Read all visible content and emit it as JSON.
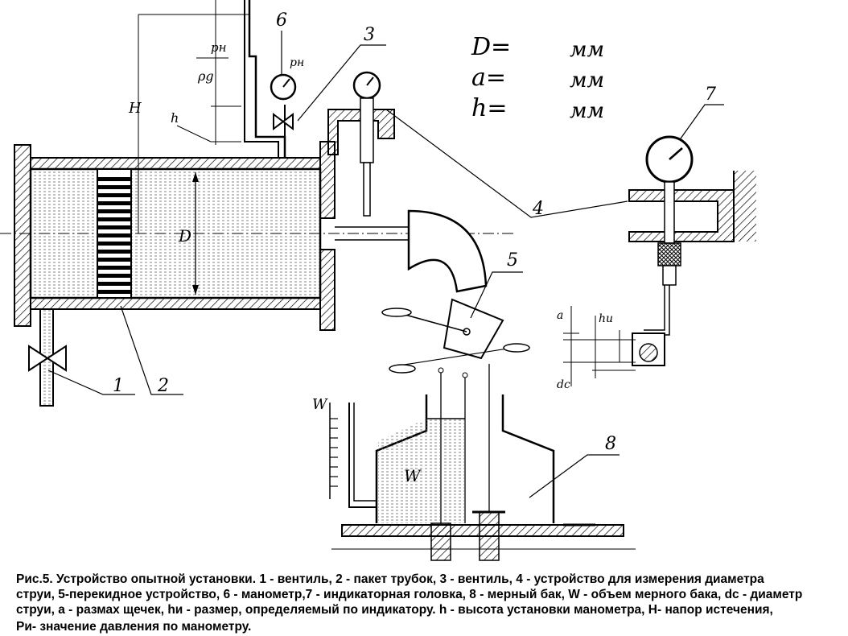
{
  "figure": {
    "labels": {
      "pn_top": "pн",
      "pg": "ρg",
      "H": "H",
      "h": "h",
      "D": "D",
      "pn_gauge": "pн",
      "W_scale": "W",
      "W_tank": "W",
      "a": "a",
      "hu": "hи",
      "dc": "dc"
    },
    "callouts": [
      "1",
      "2",
      "3",
      "4",
      "5",
      "6",
      "7",
      "8"
    ],
    "params": [
      {
        "name": "D=",
        "unit": "мм"
      },
      {
        "name": "a=",
        "unit": "мм"
      },
      {
        "name": "h=",
        "unit": "мм"
      }
    ]
  },
  "caption": {
    "line1": "Рис.5. Устройство опытной установки. 1 - вентиль, 2 - пакет трубок, 3 - вентиль, 4 - устройство для измерения диаметра",
    "line2": "струи, 5-перекидное устройство, 6 - манометр,7 -  индикаторная головка, 8 - мерный бак, W - объем мерного бака, dc - диаметр",
    "line3": "струи, а - размах щечек, hи - размер, определяемый по индикатору. h - высота установки манометра, H- напор истечения,",
    "line4": "Ри- значение давления по манометру."
  }
}
